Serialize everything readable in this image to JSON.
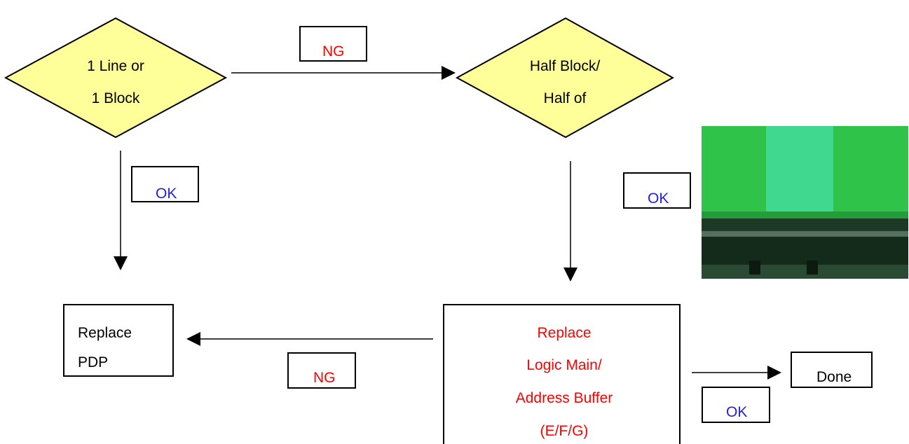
{
  "decision1": {
    "line1": "1 Line or",
    "line2": "1 Block"
  },
  "decision2": {
    "line1": "Half Block/",
    "line2": "Half of"
  },
  "labels": {
    "ng_top": "NG",
    "ok_left": "OK",
    "ok_mid": "OK",
    "ng_bottom": "NG",
    "ok_bottom": "OK"
  },
  "replace_pdp": {
    "line1": "Replace",
    "line2": "PDP"
  },
  "replace_logic": {
    "line1": "Replace",
    "line2": "Logic Main/",
    "line3": "Address Buffer",
    "line4": "(E/F/G)"
  },
  "done": {
    "label": "Done"
  },
  "colors": {
    "decision_fill": "#ffff99",
    "ng_text": "#ff0000",
    "ok_text": "#1f1fe0",
    "action_text": "#ff0000",
    "photo_green": "#2fc34a",
    "photo_stripe": "#3fd88e"
  }
}
